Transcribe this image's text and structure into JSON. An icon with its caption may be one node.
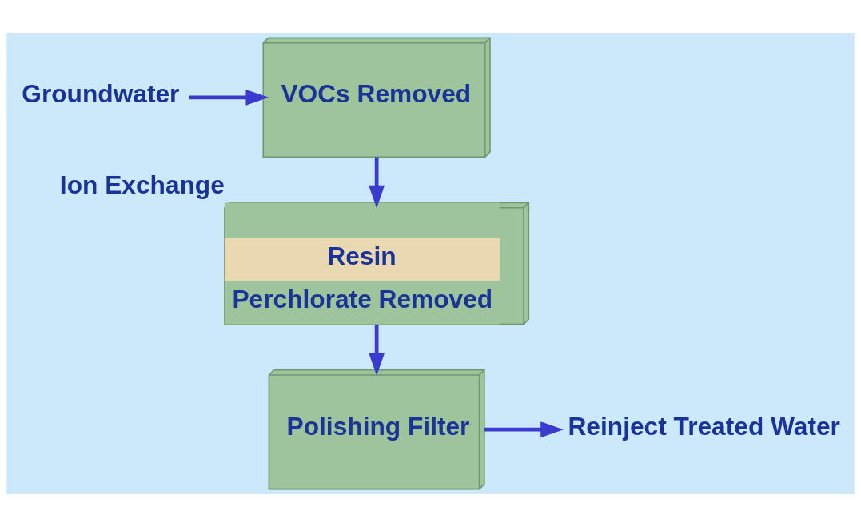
{
  "diagram": {
    "nodes": [
      {
        "text": [
          "Groundwater"
        ]
      },
      {
        "text": [
          "VOCs Removed"
        ]
      },
      {
        "text": [
          "Resin",
          "Perchlorate Removed"
        ],
        "beside": [
          "Ion Exchange"
        ]
      },
      {
        "text": [
          "Polishing Filter"
        ]
      },
      {
        "text": [
          "Reinject Treated Water"
        ]
      }
    ],
    "edges": [
      {
        "from": 0,
        "to": 1,
        "arrow": "to"
      },
      {
        "from": 1,
        "to": 2,
        "arrow": "to"
      },
      {
        "from": 2,
        "to": 3,
        "arrow": "to"
      },
      {
        "from": 3,
        "to": 4,
        "arrow": "to"
      }
    ]
  }
}
